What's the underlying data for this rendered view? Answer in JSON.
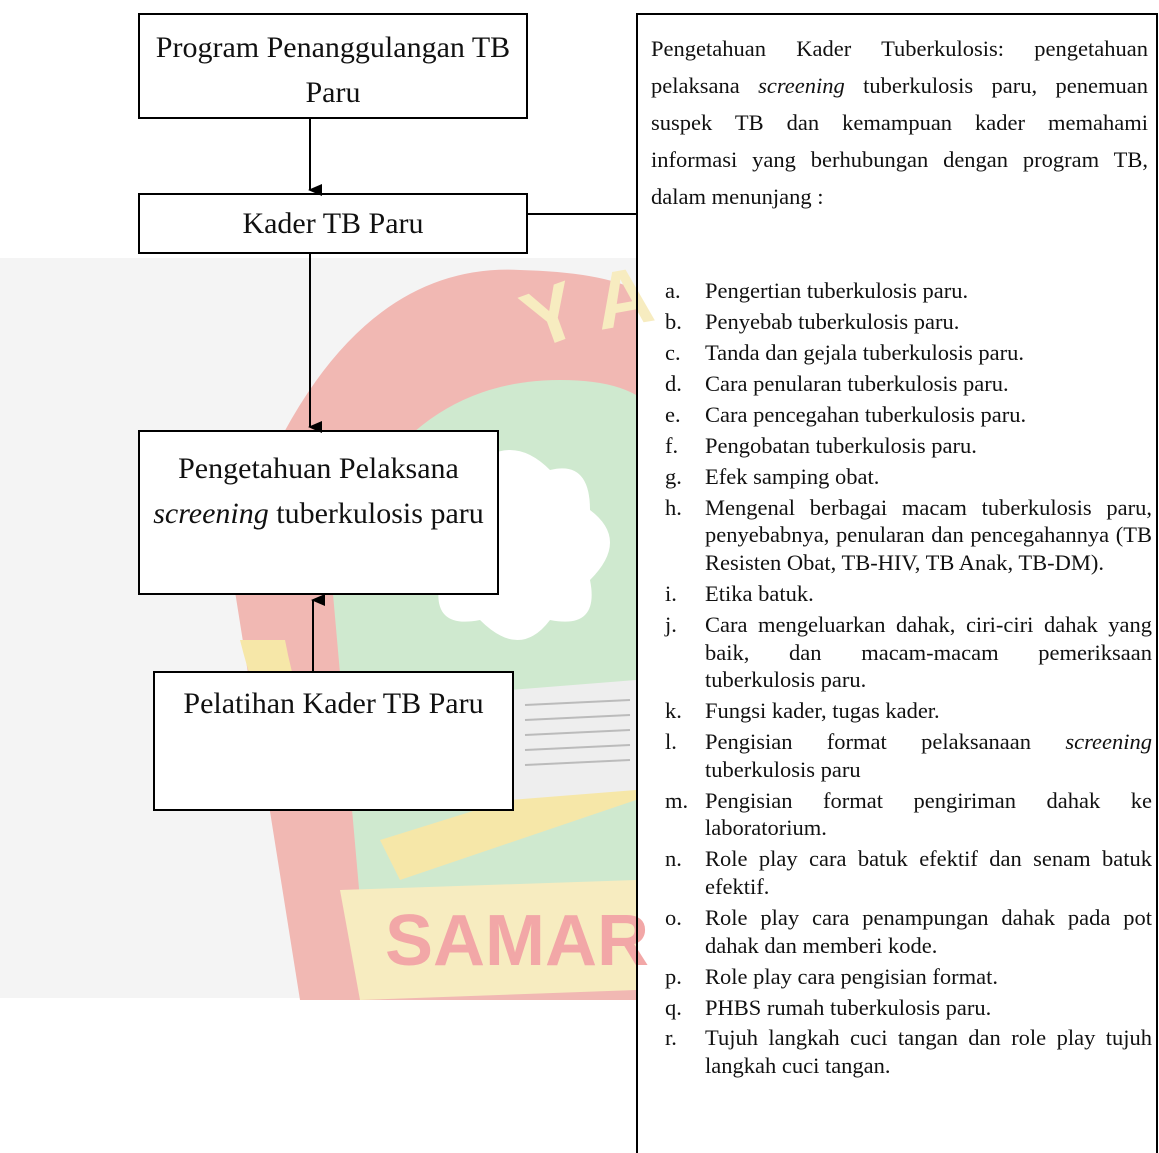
{
  "boxes": {
    "program": "Program Penanggulangan TB Paru",
    "kader": "Kader TB Paru",
    "pengetahuan_pre": "Pengetahuan Pelaksana",
    "pengetahuan_em": "screening",
    "pengetahuan_post": "tuberkulosis paru",
    "pelatihan": "Pelatihan Kader TB Paru"
  },
  "panel": {
    "intro_1": "Pengetahuan Kader Tuberkulosis: pengetahuan pelaksana",
    "intro_em": "screening",
    "intro_2": "tuberkulosis paru, penemuan suspek TB dan kemampuan kader memahami informasi yang berhubungan dengan program TB, dalam menunjang :",
    "items": [
      {
        "letter": "a.",
        "text": "Pengertian tuberkulosis paru."
      },
      {
        "letter": "b.",
        "text": "Penyebab tuberkulosis paru."
      },
      {
        "letter": "c.",
        "text": "Tanda dan gejala tuberkulosis paru."
      },
      {
        "letter": "d.",
        "text": "Cara penularan tuberkulosis paru."
      },
      {
        "letter": "e.",
        "text": "Cara pencegahan tuberkulosis paru."
      },
      {
        "letter": "f.",
        "text": "Pengobatan tuberkulosis paru."
      },
      {
        "letter": "g.",
        "text": "Efek samping obat."
      },
      {
        "letter": "h.",
        "text": "Mengenal berbagai macam tuberkulosis paru, penyebabnya, penularan dan pencegahannya (TB Resisten Obat, TB-HIV, TB Anak, TB-DM)."
      },
      {
        "letter": "i.",
        "text": "Etika batuk."
      },
      {
        "letter": "j.",
        "text": "Cara mengeluarkan dahak, ciri-ciri dahak yang baik, dan macam-macam pemeriksaan tuberkulosis paru."
      },
      {
        "letter": "k.",
        "text": "Fungsi kader, tugas kader."
      },
      {
        "letter": "l.",
        "text": "Pengisian format pelaksanaan",
        "em": "screening",
        "text_after": "tuberkulosis paru"
      },
      {
        "letter": "m.",
        "text": "Pengisian format pengiriman dahak ke laboratorium."
      },
      {
        "letter": "n.",
        "text": "Role play cara batuk efektif dan senam batuk efektif."
      },
      {
        "letter": "o.",
        "text": "Role play cara penampungan dahak pada pot dahak dan memberi kode."
      },
      {
        "letter": "p.",
        "text": "Role play cara pengisian format."
      },
      {
        "letter": "q.",
        "text": "PHBS rumah tuberkulosis paru."
      },
      {
        "letter": "r.",
        "text": "Tujuh langkah cuci tangan dan role play tujuh langkah cuci tangan."
      }
    ]
  },
  "watermark": {
    "text": "SAMAR",
    "arc_letters": [
      "Y",
      "A"
    ]
  }
}
